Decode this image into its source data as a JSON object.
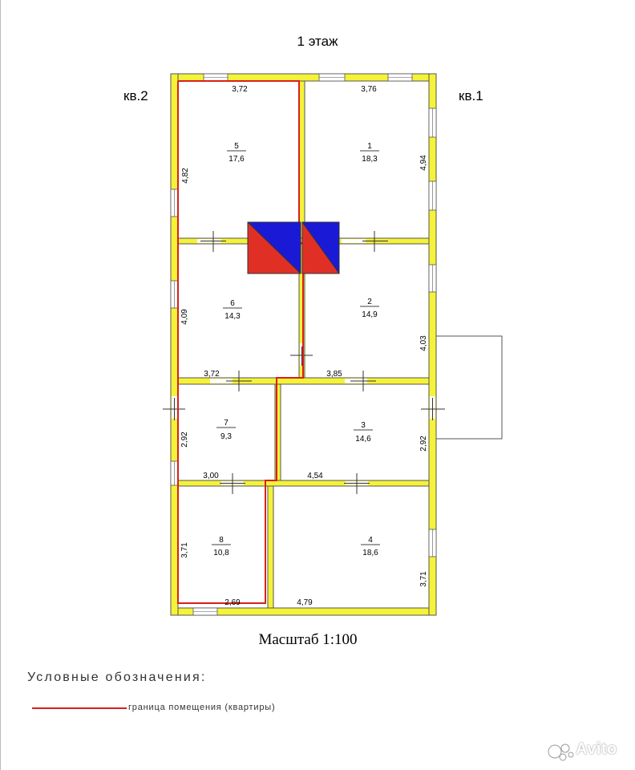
{
  "header": {
    "title": "1 этаж",
    "apt_left": "кв.2",
    "apt_right": "кв.1"
  },
  "rooms": [
    {
      "number": "1",
      "area": "18,3"
    },
    {
      "number": "2",
      "area": "14,9"
    },
    {
      "number": "3",
      "area": "14,6"
    },
    {
      "number": "4",
      "area": "18,6"
    },
    {
      "number": "5",
      "area": "17,6"
    },
    {
      "number": "6",
      "area": "14,3"
    },
    {
      "number": "7",
      "area": "9,3"
    },
    {
      "number": "8",
      "area": "10,8"
    }
  ],
  "dims": {
    "top_left": "3,72",
    "top_right": "3,76",
    "left_r5": "4,82",
    "right_r1": "4,94",
    "left_r6": "4,09",
    "right_r2": "4,03",
    "mid_r6": "3,72",
    "mid_r2": "3,85",
    "left_r7": "2,92",
    "right_r3": "2,92",
    "mid_r7": "3,00",
    "mid_r3": "4,54",
    "left_r8": "3,71",
    "right_r4": "3,71",
    "bottom_r8": "2,69",
    "bottom_r4": "4,79"
  },
  "footer": {
    "scale": "Масштаб 1:100"
  },
  "legend": {
    "title": "Условные обозначения:",
    "boundary_label": "граница помещения (квартиры)"
  },
  "watermark": {
    "text": "Avito"
  },
  "colors": {
    "wall": "#f5f23a",
    "wall_outline": "#555555",
    "boundary": "#d8201a",
    "stove_red": "#e03025",
    "stove_blue": "#1a1ad6"
  }
}
